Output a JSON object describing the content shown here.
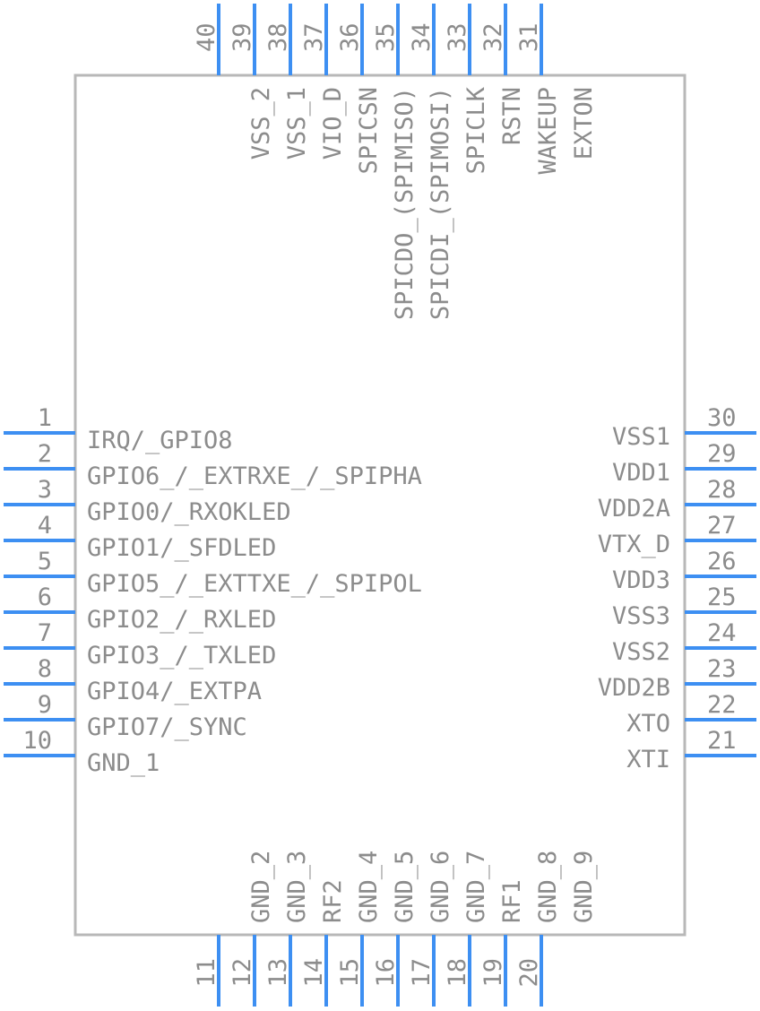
{
  "left_pins": [
    {
      "num": "1",
      "label": "IRQ/_GPIO8"
    },
    {
      "num": "2",
      "label": "GPIO6_/_EXTRXE_/_SPIPHA"
    },
    {
      "num": "3",
      "label": "GPIO0/_RXOKLED"
    },
    {
      "num": "4",
      "label": "GPIO1/_SFDLED"
    },
    {
      "num": "5",
      "label": "GPIO5_/_EXTTXE_/_SPIPOL"
    },
    {
      "num": "6",
      "label": "GPIO2_/_RXLED"
    },
    {
      "num": "7",
      "label": "GPIO3_/_TXLED"
    },
    {
      "num": "8",
      "label": "GPIO4/_EXTPA"
    },
    {
      "num": "9",
      "label": "GPIO7/_SYNC"
    },
    {
      "num": "10",
      "label": "GND_1"
    }
  ],
  "right_pins": [
    {
      "num": "30",
      "label": "VSS1"
    },
    {
      "num": "29",
      "label": "VDD1"
    },
    {
      "num": "28",
      "label": "VDD2A"
    },
    {
      "num": "27",
      "label": "VTX_D"
    },
    {
      "num": "26",
      "label": "VDD3"
    },
    {
      "num": "25",
      "label": "VSS3"
    },
    {
      "num": "24",
      "label": "VSS2"
    },
    {
      "num": "23",
      "label": "VDD2B"
    },
    {
      "num": "22",
      "label": "XTO"
    },
    {
      "num": "21",
      "label": "XTI"
    }
  ],
  "top_pins": [
    {
      "num": "40",
      "label": ""
    },
    {
      "num": "39",
      "label": "VSS_2"
    },
    {
      "num": "38",
      "label": "VSS_1"
    },
    {
      "num": "37",
      "label": "VIO_D"
    },
    {
      "num": "36",
      "label": "SPICSN"
    },
    {
      "num": "35",
      "label": "SPICDO_(SPIMISO)"
    },
    {
      "num": "34",
      "label": "SPICDI_(SPIMOSI)"
    },
    {
      "num": "33",
      "label": "SPICLK"
    },
    {
      "num": "32",
      "label": "RSTN"
    },
    {
      "num": "31",
      "label": "WAKEUP"
    },
    {
      "num": "",
      "label": "EXTON"
    }
  ],
  "bottom_pins": [
    {
      "num": "11",
      "label": ""
    },
    {
      "num": "12",
      "label": "GND_2"
    },
    {
      "num": "13",
      "label": "GND_3"
    },
    {
      "num": "14",
      "label": "RF2"
    },
    {
      "num": "15",
      "label": "GND_4"
    },
    {
      "num": "16",
      "label": "GND_5"
    },
    {
      "num": "17",
      "label": "GND_6"
    },
    {
      "num": "18",
      "label": "GND_7"
    },
    {
      "num": "19",
      "label": "RF1"
    },
    {
      "num": "20",
      "label": "GND_8"
    },
    {
      "num": "",
      "label": "GND_9"
    }
  ],
  "colors": {
    "pin": "#3d8ff2",
    "body": "#b8b8b8",
    "text": "#8c8c8c"
  }
}
